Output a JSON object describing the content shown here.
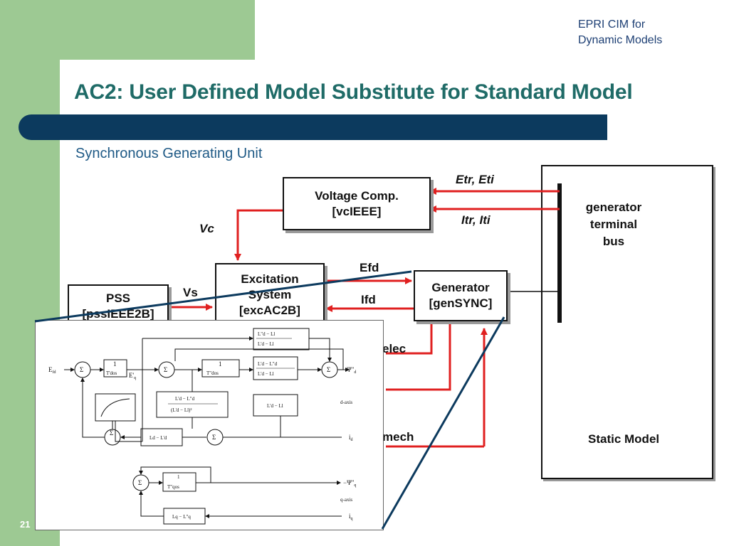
{
  "header": {
    "tag_line1": "EPRI CIM for",
    "tag_line2": "Dynamic Models",
    "title": "AC2: User Defined Model Substitute for Standard Model",
    "subtitle": "Synchronous Generating Unit",
    "page_number": "21"
  },
  "colors": {
    "sidebar_green": "#9dc993",
    "title_teal": "#1f6b67",
    "bar_navy": "#0c3a5e",
    "signal_red": "#e02020"
  },
  "diagram": {
    "voltage_comp": {
      "line1": "Voltage Comp.",
      "line2": "[vcIEEE]"
    },
    "excitation": {
      "line1": "Excitation",
      "line2": "System",
      "line3": "[excAC2B]"
    },
    "pss": {
      "line1": "PSS",
      "line2": "[pssIEEE2B]"
    },
    "generator": {
      "line1": "Generator",
      "line2": "[genSYNC]"
    },
    "terminal_bus": {
      "line1": "generator",
      "line2": "terminal",
      "line3": "bus"
    },
    "static_model": "Static Model",
    "signals": {
      "etr_eti": "Etr, Eti",
      "itr_iti": "Itr, Iti",
      "vc": "Vc",
      "efd": "Efd",
      "ifd": "Ifd",
      "vs": "Vs",
      "pelec": "elec",
      "pmech": "mech"
    }
  },
  "inset": {
    "efd": "E",
    "efd_sub": "fd",
    "eq": "E'",
    "eq_sub": "q",
    "sigma": "Σ",
    "psi_d": "Ψ\"",
    "psi_d_sub": "d",
    "d_axis": "d-axis",
    "q_axis": "q-axis",
    "id": "i",
    "id_sub": "d",
    "iq": "i",
    "iq_sub": "q",
    "psi_q": "−Ψ\"",
    "psi_q_sub": "q",
    "one": "1",
    "tdo_p": "T'dos",
    "tdo_pp": "T\"dos",
    "tqo_pp": "T\"qos",
    "f1_num": "L\"d − Ll",
    "f1_den": "L'd − Ll",
    "f2_num": "L'd − L\"d",
    "f2_den": "L'd − Ll",
    "f3_num": "L'd − L\"d",
    "f3_den": "(L'd − Ll)²",
    "f4": "L'd − Ll",
    "f5": "Ld − L'd",
    "f6": "Lq − L\"q"
  }
}
